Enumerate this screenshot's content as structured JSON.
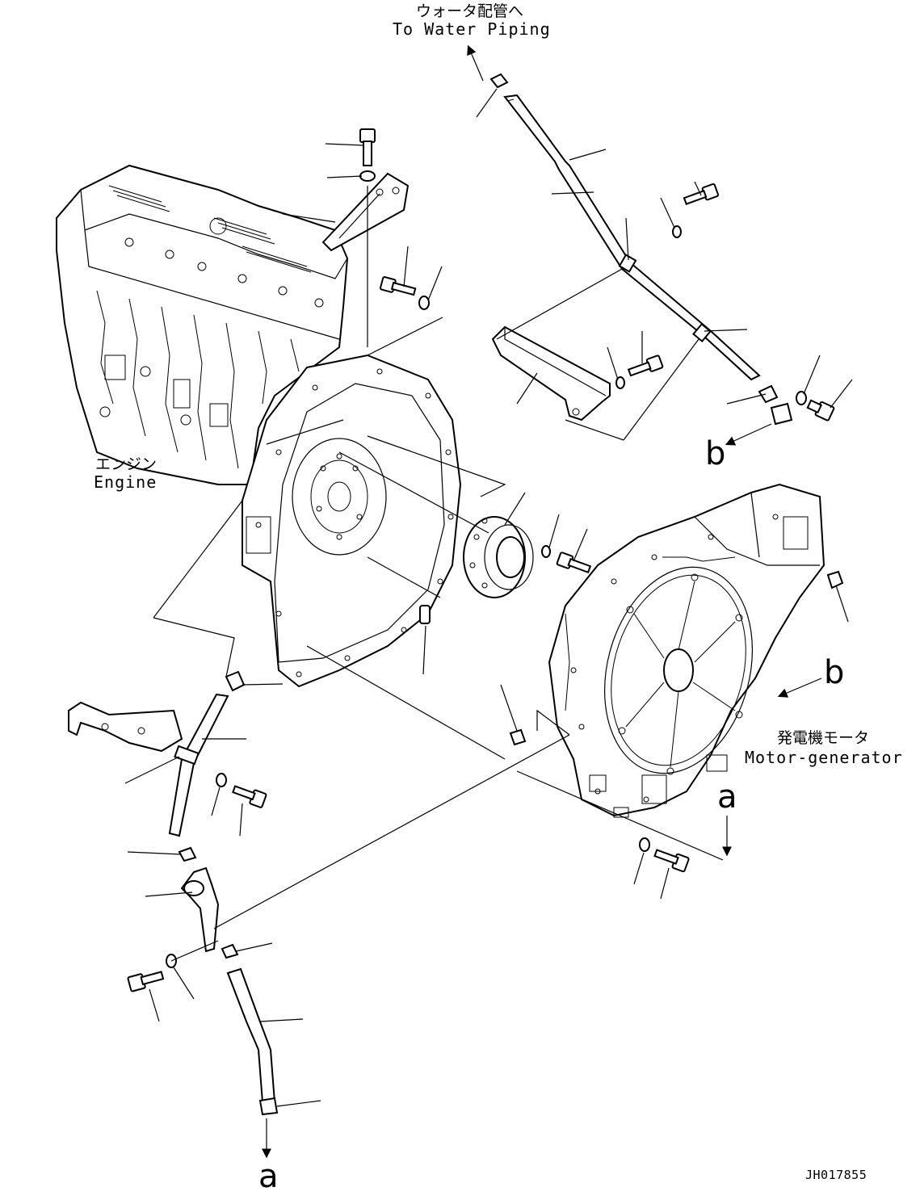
{
  "labels": {
    "water_piping_jp": "ウォータ配管へ",
    "water_piping_en": "To Water Piping",
    "engine_jp": "エンジン",
    "engine_en": "Engine",
    "motor_generator_jp": "発電機モータ",
    "motor_generator_en": "Motor-generator",
    "ref_a": "a",
    "ref_b": "b",
    "drawing_code": "JH017855"
  }
}
